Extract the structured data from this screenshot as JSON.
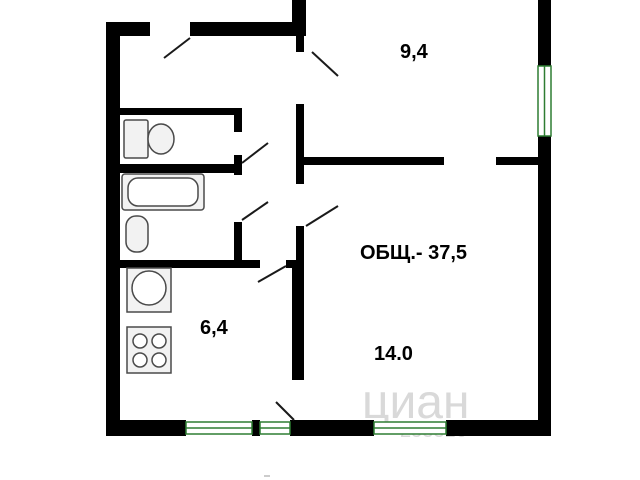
{
  "plan": {
    "rooms": [
      {
        "id": "room-top-right",
        "area": "9,4"
      },
      {
        "id": "kitchen",
        "area": "6,4"
      },
      {
        "id": "room-large",
        "area": "14.0"
      }
    ],
    "total_label": "ОБЩ.- 37,5"
  },
  "watermark": {
    "brand": "циан",
    "number": "253316"
  },
  "colors": {
    "wall": "#000000",
    "window_frame": "#2e7d32",
    "fixture": "#4a4a4a",
    "fixture_fill": "#f2f2f2"
  },
  "icons": [
    "toilet-icon",
    "bathtub-icon",
    "sink-icon",
    "stove-icon",
    "washing-basin-icon"
  ]
}
